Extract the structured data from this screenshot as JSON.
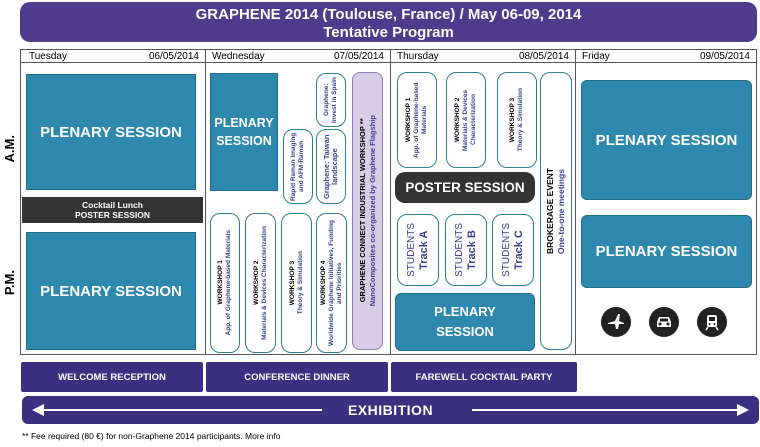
{
  "header": {
    "line1": "GRAPHENE 2014 (Toulouse, France) / May 06-09, 2014",
    "line2": "Tentative Program"
  },
  "days": [
    {
      "name": "Tuesday",
      "date": "06/05/2014"
    },
    {
      "name": "Wednesday",
      "date": "07/05/2014"
    },
    {
      "name": "Thursday",
      "date": "08/05/2014"
    },
    {
      "name": "Friday",
      "date": "09/05/2014"
    }
  ],
  "periods": {
    "am": "A.M.",
    "pm": "P.M."
  },
  "plenary_label": "PLENARY SESSION",
  "plenary_line1": "PLENARY",
  "plenary_line2": "SESSION",
  "tuesday": {
    "lunch_line1": "Cocktail Lunch",
    "lunch_line2": "POSTER SESSION"
  },
  "wednesday": {
    "am_workshops": [
      {
        "title": "Rapid Raman Imaging and AFM-Raman",
        "sub": ""
      },
      {
        "title": "Graphene: Taiwan landscape",
        "sub": ""
      },
      {
        "title": "Graphene: Invest in Spain",
        "sub": ""
      }
    ],
    "pm_workshops": [
      {
        "title": "WORKSHOP 1",
        "sub": "App. of Graphene-based Materials"
      },
      {
        "title": "WORKSHOP 2",
        "sub": "Materials & Devices Characterization"
      },
      {
        "title": "WORKSHOP 3",
        "sub": "Theory & Simulation"
      },
      {
        "title": "WORKSHOP 4",
        "sub": "Worldwide Graphene Initiatives, Funding and Priorities"
      }
    ],
    "industrial_line1": "GRAPHENE CONNECT INDUSTRIAL WORKSHOP **",
    "industrial_line2": "NanoComposites co-organized by Graphene Flagship"
  },
  "thursday": {
    "am_workshops": [
      {
        "title": "WORKSHOP 1",
        "sub": "App. of Graphene-based Materials"
      },
      {
        "title": "WORKSHOP 2",
        "sub": "Materials & Devices Characterization"
      },
      {
        "title": "WORKSHOP 3",
        "sub": "Theory & Simulation"
      }
    ],
    "poster": "POSTER SESSION",
    "students": [
      {
        "label": "STUDENTS",
        "track": "Track A"
      },
      {
        "label": "STUDENTS",
        "track": "Track B"
      },
      {
        "label": "STUDENTS",
        "track": "Track C"
      }
    ],
    "brokerage_line1": "BROKERAGE EVENT",
    "brokerage_line2": "One-to-one meetings"
  },
  "friday": {
    "icons": [
      "airplane-icon",
      "car-icon",
      "train-icon"
    ]
  },
  "bottom": {
    "welcome": "WELCOME RECEPTION",
    "dinner": "CONFERENCE DINNER",
    "farewell": "FAREWELL COCKTAIL PARTY",
    "exhibition": "EXHIBITION"
  },
  "footnote": "** Fee required (80 €) for non-Graphene 2014 participants. More info",
  "colors": {
    "purple": "#4f3b8c",
    "plenary": "#2e88ad",
    "teal": "#2f7f8c"
  }
}
